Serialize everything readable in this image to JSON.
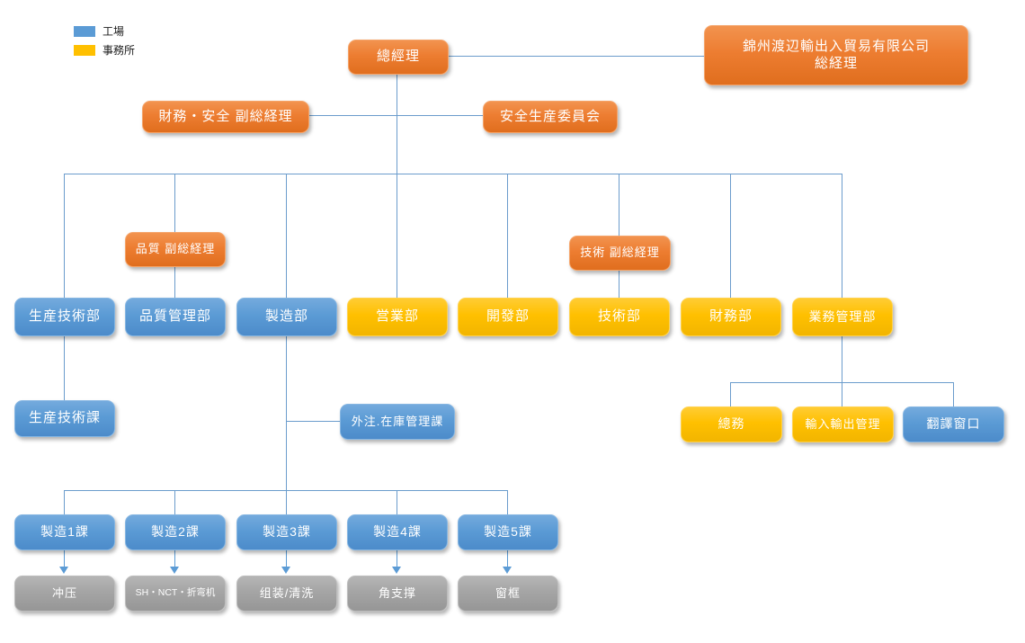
{
  "legend": {
    "items": [
      {
        "label": "工場",
        "color": "#5b9bd5"
      },
      {
        "label": "事務所",
        "color": "#ffc000"
      }
    ]
  },
  "colors": {
    "factory_blue": "#5b9bd5",
    "office_yellow": "#ffc000",
    "executive_orange": "#ed7d31",
    "process_gray": "#a5a5a5",
    "connector_blue": "#6b9ccc"
  },
  "nodes": {
    "gm": {
      "label": "總經理"
    },
    "parent": {
      "line1": "錦州渡辺輸出入貿易有限公司",
      "line2": "総経理"
    },
    "finance_safety_vgm": {
      "label": "財務・安全 副総経理"
    },
    "safety_committee": {
      "label": "安全生産委員会"
    },
    "quality_vgm": {
      "label": "品質 副総経理"
    },
    "tech_vgm": {
      "label": "技術 副総経理"
    },
    "dept_production_tech": {
      "label": "生産技術部"
    },
    "dept_quality": {
      "label": "品質管理部"
    },
    "dept_manufacturing": {
      "label": "製造部"
    },
    "dept_sales": {
      "label": "営業部"
    },
    "dept_development": {
      "label": "開發部"
    },
    "dept_technology": {
      "label": "技術部"
    },
    "dept_finance": {
      "label": "財務部"
    },
    "dept_business_admin": {
      "label": "業務管理部"
    },
    "sec_production_tech": {
      "label": "生産技術課"
    },
    "sec_outsourcing_inventory": {
      "label": "外注.在庫管理課"
    },
    "sec_general_affairs": {
      "label": "總務"
    },
    "sec_import_export": {
      "label": "輸入輸出管理"
    },
    "sec_translation": {
      "label": "翻譯窗口"
    },
    "mfg1": {
      "label": "製造1課"
    },
    "mfg2": {
      "label": "製造2課"
    },
    "mfg3": {
      "label": "製造3課"
    },
    "mfg4": {
      "label": "製造4課"
    },
    "mfg5": {
      "label": "製造5課"
    },
    "proc1": {
      "label": "冲压"
    },
    "proc2": {
      "label": "SH・NCT・折弯机"
    },
    "proc3": {
      "label": "组装/清洗"
    },
    "proc4": {
      "label": "角支撑"
    },
    "proc5": {
      "label": "窗框"
    }
  }
}
